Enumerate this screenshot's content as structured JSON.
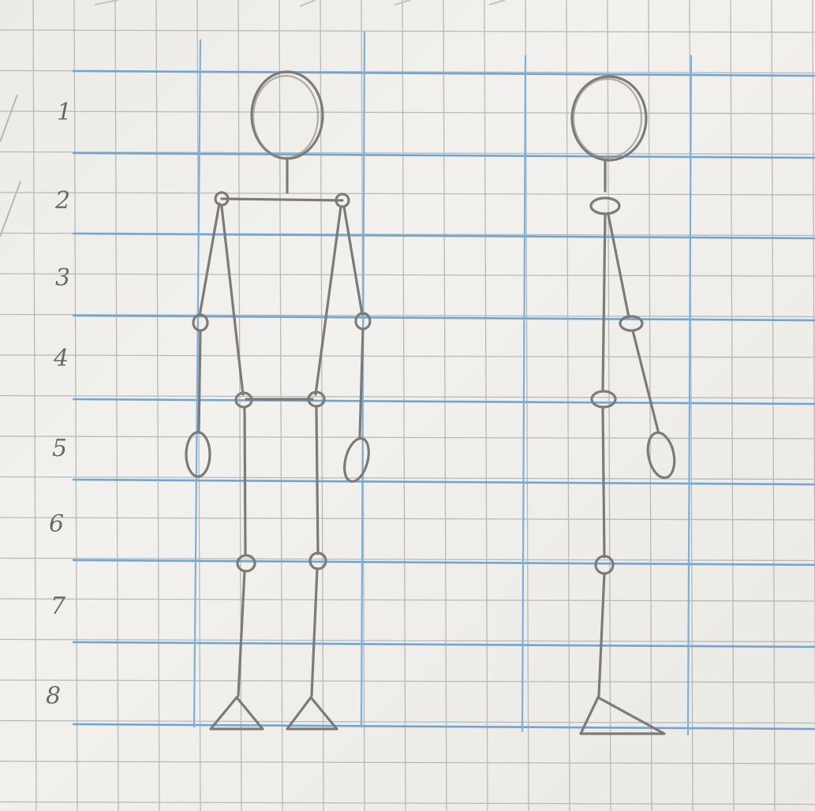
{
  "row_labels": [
    "1",
    "2",
    "3",
    "4",
    "5",
    "6",
    "7",
    "8"
  ],
  "colors": {
    "paper": "#eeede9",
    "grid": "#b8b8b8",
    "guide_blue": "#6fa6d3",
    "pencil": "#7e7a76"
  }
}
